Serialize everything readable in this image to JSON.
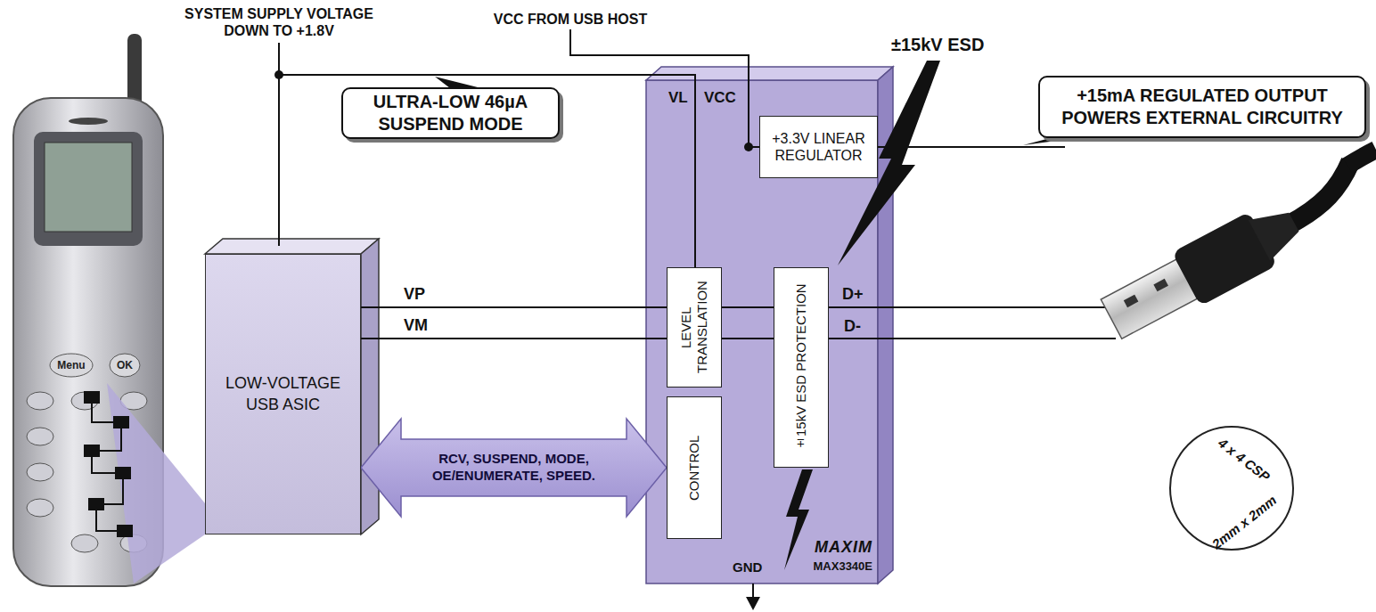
{
  "diagram": {
    "nodes": [
      {
        "text": [
          "ULTRA-LOW 46µA SUSPEND MODE"
        ]
      },
      {
        "text": [
          "LOW-VOLTAGE USB ASIC"
        ]
      },
      {
        "text": [
          "MAXIM",
          "MAX3340E"
        ]
      },
      {
        "text": [
          "+3.3V LINEAR REGULATOR"
        ],
        "in": 2
      },
      {
        "text": [
          "LEVEL TRANSLATION"
        ],
        "in": 2
      },
      {
        "text": [
          "CONTROL"
        ],
        "in": 2
      },
      {
        "text": [
          "±15kV ESD PROTECTION"
        ],
        "in": 2
      },
      {
        "text": [
          "+15mA REGULATED OUTPUT POWERS EXTERNAL CIRCUITRY"
        ]
      },
      {
        "text": [
          "4 x 4 CSP",
          "2mm x 2mm"
        ]
      }
    ],
    "edges": [
      {
        "from": 1,
        "to": 4,
        "label": "VP",
        "arrow": "none"
      },
      {
        "from": 1,
        "to": 4,
        "label": "VM",
        "arrow": "none"
      },
      {
        "from": 4,
        "to": 6,
        "arrow": "none"
      },
      {
        "from": 4,
        "to": 6,
        "arrow": "none"
      },
      {
        "from": 1,
        "to": 5,
        "label": "RCV, SUSPEND, MODE, OE/ENUMERATE, SPEED.",
        "arrow": "both"
      }
    ],
    "labels": [
      "SYSTEM SUPPLY VOLTAGE DOWN TO +1.8V",
      "VCC FROM USB HOST",
      "VL",
      "VCC",
      "±15kV ESD",
      "D+",
      "D-",
      "GND",
      "Menu",
      "OK"
    ]
  }
}
